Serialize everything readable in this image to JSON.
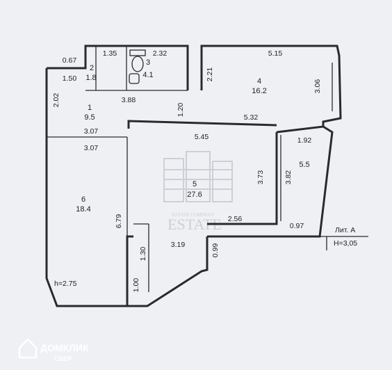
{
  "rooms": [
    {
      "id": "1",
      "area": "9.5"
    },
    {
      "id": "2",
      "area": "1.8"
    },
    {
      "id": "3",
      "area": "4.1"
    },
    {
      "id": "4",
      "area": "16.2"
    },
    {
      "id": "5",
      "area": "27.6"
    },
    {
      "id": "6",
      "area": "18.4"
    }
  ],
  "balcony_area": "5.5",
  "dimensions": {
    "d1_35": "1.35",
    "d2_32": "2.32",
    "d5_15": "5.15",
    "d1_50": "1.50",
    "d0_67": "0.67",
    "d2_21": "2.21",
    "d3_06": "3.06",
    "d2_02": "2.02",
    "d3_88": "3.88",
    "d1_20": "1.20",
    "d5_32": "5.32",
    "d3_07a": "3.07",
    "d3_07b": "3.07",
    "d5_45": "5.45",
    "d1_92": "1.92",
    "d3_73": "3.73",
    "d3_82": "3.82",
    "d6_79": "6.79",
    "d2_56": "2.56",
    "d0_97": "0.97",
    "d1_30": "1.30",
    "d3_19": "3.19",
    "d0_99": "0.99",
    "d1_00": "1.00"
  },
  "lit_label": "Лит. А",
  "height_main": "Н=3,05",
  "height_room6": "h=2.75",
  "watermark": {
    "line1": "ESTATE",
    "line2": "ESTATE COMPANY"
  },
  "brand": {
    "name": "ДОМКЛИК",
    "sub": "СБЕР"
  },
  "colors": {
    "background": "#eef0f4",
    "walls": "#2a2a2e",
    "watermark": "#c9ccd3"
  }
}
